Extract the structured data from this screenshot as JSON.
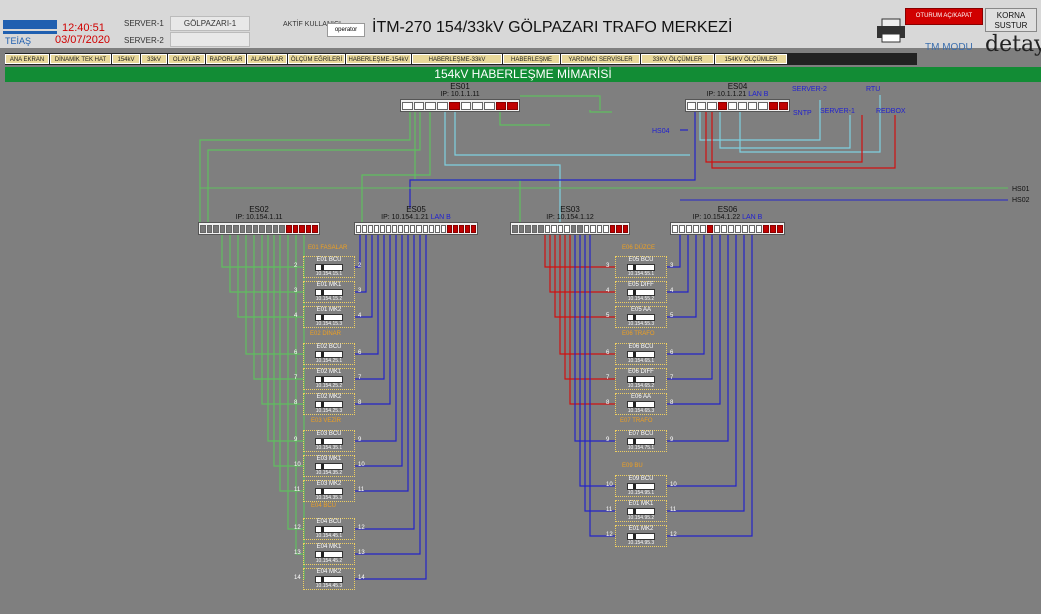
{
  "header": {
    "logo_text": "TEİAŞ",
    "time": "12:40:51",
    "date": "03/07/2020",
    "server1_label": "SERVER-1",
    "server1_value": "GÖLPAZARI-1",
    "server2_label": "SERVER-2",
    "server2_value": "",
    "active_user_label": "AKTİF KULLANICI",
    "active_user_value": "operator",
    "title": "İTM-270 154/33kV GÖLPAZARI TRAFO MERKEZİ",
    "alarm_button": "OTURUM AÇ/KAPAT",
    "korna_button": "KORNA SUSTUR",
    "tm_modu": "TM MODU",
    "brand": "detay"
  },
  "nav": {
    "items": [
      {
        "label": "ANA EKRAN",
        "w": 44
      },
      {
        "label": "DİNAMİK TEK HAT",
        "w": 61
      },
      {
        "label": "154kV",
        "w": 28
      },
      {
        "label": "33kV",
        "w": 26
      },
      {
        "label": "OLAYLAR",
        "w": 37
      },
      {
        "label": "RAPORLAR",
        "w": 40
      },
      {
        "label": "ALARMLAR",
        "w": 40
      },
      {
        "label": "ÖLÇÜM EĞRİLERİ",
        "w": 57
      },
      {
        "label": "HABERLEŞME-154kV",
        "w": 65
      },
      {
        "label": "HABERLEŞME-33kV",
        "w": 90
      },
      {
        "label": "HABERLEŞME",
        "w": 57
      },
      {
        "label": "YARDIMCI SERVİSLER",
        "w": 79
      },
      {
        "label": "33KV ÖLÇÜMLER",
        "w": 73
      },
      {
        "label": "154KV ÖLÇÜMLER",
        "w": 72
      }
    ]
  },
  "page_title": "154kV HABERLEŞME MİMARİSİ",
  "switches": {
    "es01": {
      "name": "ES01",
      "ip": "IP: 10.1.1.11",
      "lan": ""
    },
    "es04": {
      "name": "ES04",
      "ip": "IP: 10.1.1.21",
      "lan": "LAN B"
    },
    "es02": {
      "name": "ES02",
      "ip": "IP: 10.154.1.11",
      "lan": ""
    },
    "es05": {
      "name": "ES05",
      "ip": "IP: 10.154.1.21",
      "lan": "LAN B"
    },
    "es03": {
      "name": "ES03",
      "ip": "IP: 10.154.1.12",
      "lan": ""
    },
    "es06": {
      "name": "ES06",
      "ip": "IP: 10.154.1.22",
      "lan": "LAN B"
    }
  },
  "links": {
    "server2": "SERVER-2",
    "rtu": "RTU",
    "sntp": "SNTP",
    "server1": "SERVER-1",
    "redbox": "REDBOX",
    "hs04": "HS04",
    "hs01": "HS01",
    "hs02": "HS02"
  },
  "groups_left": [
    "E01 FASALAR",
    "E02 DİNAR",
    "E03 VEZİR",
    "E04 BCU"
  ],
  "groups_right": [
    "E06 DÜZCE",
    "E06 TRAFO",
    "E07 TRAFO",
    "E09 BU"
  ],
  "devices_left": [
    {
      "name": "E01 BCU",
      "ip": "10.154.15.1",
      "port": "2"
    },
    {
      "name": "E01 MK1",
      "ip": "10.154.15.2",
      "port": "3"
    },
    {
      "name": "E01 MK2",
      "ip": "10.154.15.3",
      "port": "4"
    },
    {
      "name": "E02 BCU",
      "ip": "10.154.25.1",
      "port": "6"
    },
    {
      "name": "E02 MK1",
      "ip": "10.154.25.2",
      "port": "7"
    },
    {
      "name": "E02 MK2",
      "ip": "10.154.25.3",
      "port": "8"
    },
    {
      "name": "E03 BCU",
      "ip": "10.154.35.1",
      "port": "9"
    },
    {
      "name": "E03 MK1",
      "ip": "10.154.35.2",
      "port": "10"
    },
    {
      "name": "E03 MK2",
      "ip": "10.154.35.3",
      "port": "11"
    },
    {
      "name": "E04 BCU",
      "ip": "10.154.45.1",
      "port": "12"
    },
    {
      "name": "E04 MK1",
      "ip": "10.154.45.2",
      "port": "13"
    },
    {
      "name": "E04 MK2",
      "ip": "10.154.45.3",
      "port": "14"
    }
  ],
  "devices_right": [
    {
      "name": "E05 BCU",
      "ip": "10.154.55.1",
      "port": "3"
    },
    {
      "name": "E05 DIFF",
      "ip": "10.154.55.2",
      "port": "4"
    },
    {
      "name": "E05 AA",
      "ip": "10.154.55.3",
      "port": "5"
    },
    {
      "name": "E06 BCU",
      "ip": "10.154.65.1",
      "port": "6"
    },
    {
      "name": "E06 DIFF",
      "ip": "10.154.65.2",
      "port": "7"
    },
    {
      "name": "E06 AA",
      "ip": "10.154.65.3",
      "port": "8"
    },
    {
      "name": "E07 BCU",
      "ip": "10.154.75.1",
      "port": "9"
    },
    {
      "name": "E09 BCU",
      "ip": "10.154.95.1",
      "port": "10"
    },
    {
      "name": "E01 MK1",
      "ip": "10.154.95.2",
      "port": "11"
    },
    {
      "name": "E01 MK2",
      "ip": "10.154.95.3",
      "port": "12"
    }
  ],
  "colors": {
    "green_line": "#5fbf5f",
    "blue_line": "#2424c8",
    "red_line": "#d01010",
    "cyan_line": "#7fd0e0"
  }
}
